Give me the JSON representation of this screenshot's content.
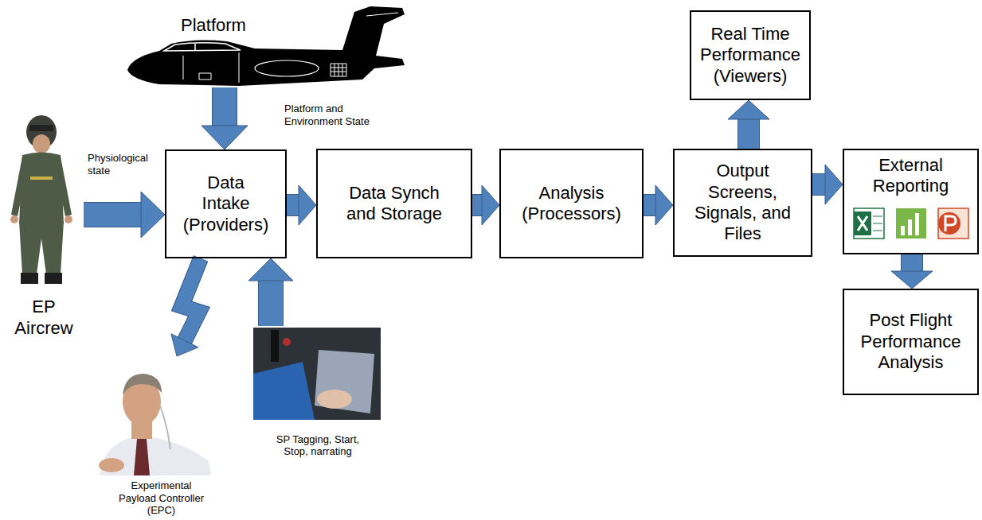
{
  "diagram": {
    "nodes": [
      {
        "text": [
          "Platform"
        ]
      },
      {
        "text": [
          "EP Aircrew"
        ]
      },
      {
        "text": [
          "Data Intake (Providers)"
        ]
      },
      {
        "text": [
          "Data Synch and Storage"
        ]
      },
      {
        "text": [
          "Analysis (Processors)"
        ]
      },
      {
        "text": [
          "Output Screens, Signals, and Files"
        ]
      },
      {
        "text": [
          "Real Time Performance (Viewers)"
        ]
      },
      {
        "text": [
          "External Reporting"
        ]
      },
      {
        "text": [
          "Post Flight Performance Analysis"
        ]
      },
      {
        "text": [
          "Experimental Payload Controller (EPC)"
        ]
      },
      {
        "text": [
          "SP Tagging, Start, Stop, narrating"
        ]
      }
    ],
    "edges": [
      {
        "from": 0,
        "to": 2,
        "arrow": "to",
        "label": "Platform and Environment State"
      },
      {
        "from": 1,
        "to": 2,
        "arrow": "to",
        "label": "Physiological state"
      },
      {
        "from": 2,
        "to": 3,
        "arrow": "to"
      },
      {
        "from": 3,
        "to": 4,
        "arrow": "to"
      },
      {
        "from": 4,
        "to": 5,
        "arrow": "to"
      },
      {
        "from": 5,
        "to": 6,
        "arrow": "to"
      },
      {
        "from": 5,
        "to": 7,
        "arrow": "to"
      },
      {
        "from": 7,
        "to": 8,
        "arrow": "to"
      },
      {
        "from": 2,
        "to": 9,
        "arrow": "to"
      },
      {
        "from": 10,
        "to": 2,
        "arrow": "to"
      }
    ]
  }
}
